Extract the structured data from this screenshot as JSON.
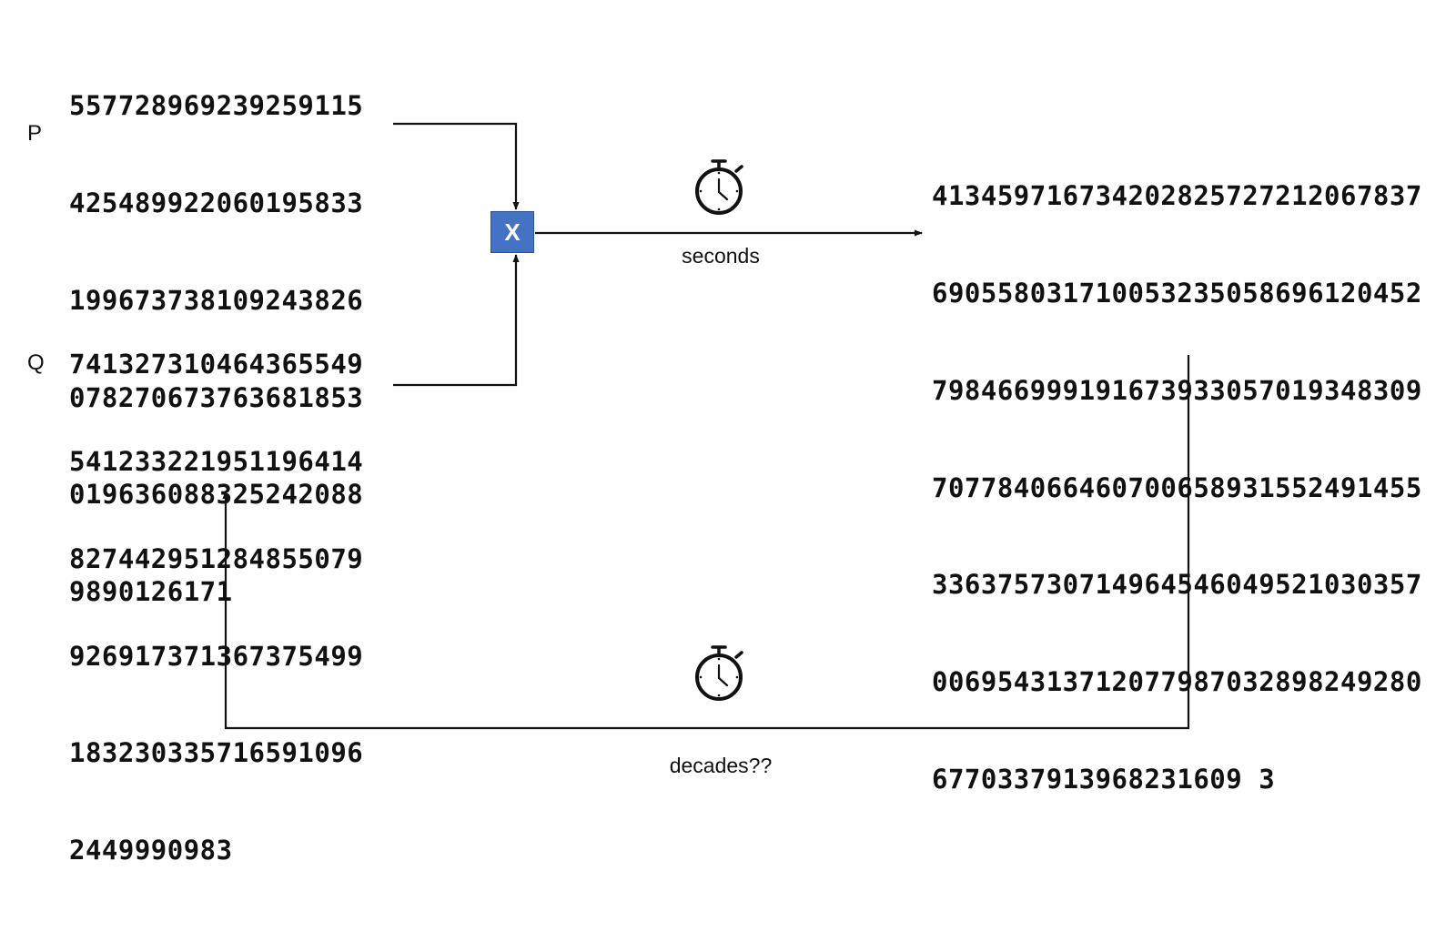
{
  "p": {
    "label": "P",
    "lines": [
      "557728969239259115",
      "425489922060195833",
      "199673738109243826",
      "078270673763681853",
      "019636088325242088",
      "9890126171"
    ]
  },
  "q": {
    "label": "Q",
    "lines": [
      "741327310464365549",
      "541233221951196414",
      "827442951284855079",
      "926917371367375499",
      "183230335716591096",
      "2449990983"
    ]
  },
  "product": {
    "lines": [
      "413459716734202825727212067837",
      "690558031710053235058696120452",
      "798466999191673933057019348309",
      "707784066460700658931552491455",
      "336375730714964546049521030357",
      "006954313712077987032898249280",
      "6770337913968231609 3"
    ]
  },
  "operator": {
    "label": "X"
  },
  "forward": {
    "caption": "seconds",
    "icon": "stopwatch-icon"
  },
  "reverse": {
    "caption": "decades??",
    "icon": "stopwatch-icon"
  }
}
